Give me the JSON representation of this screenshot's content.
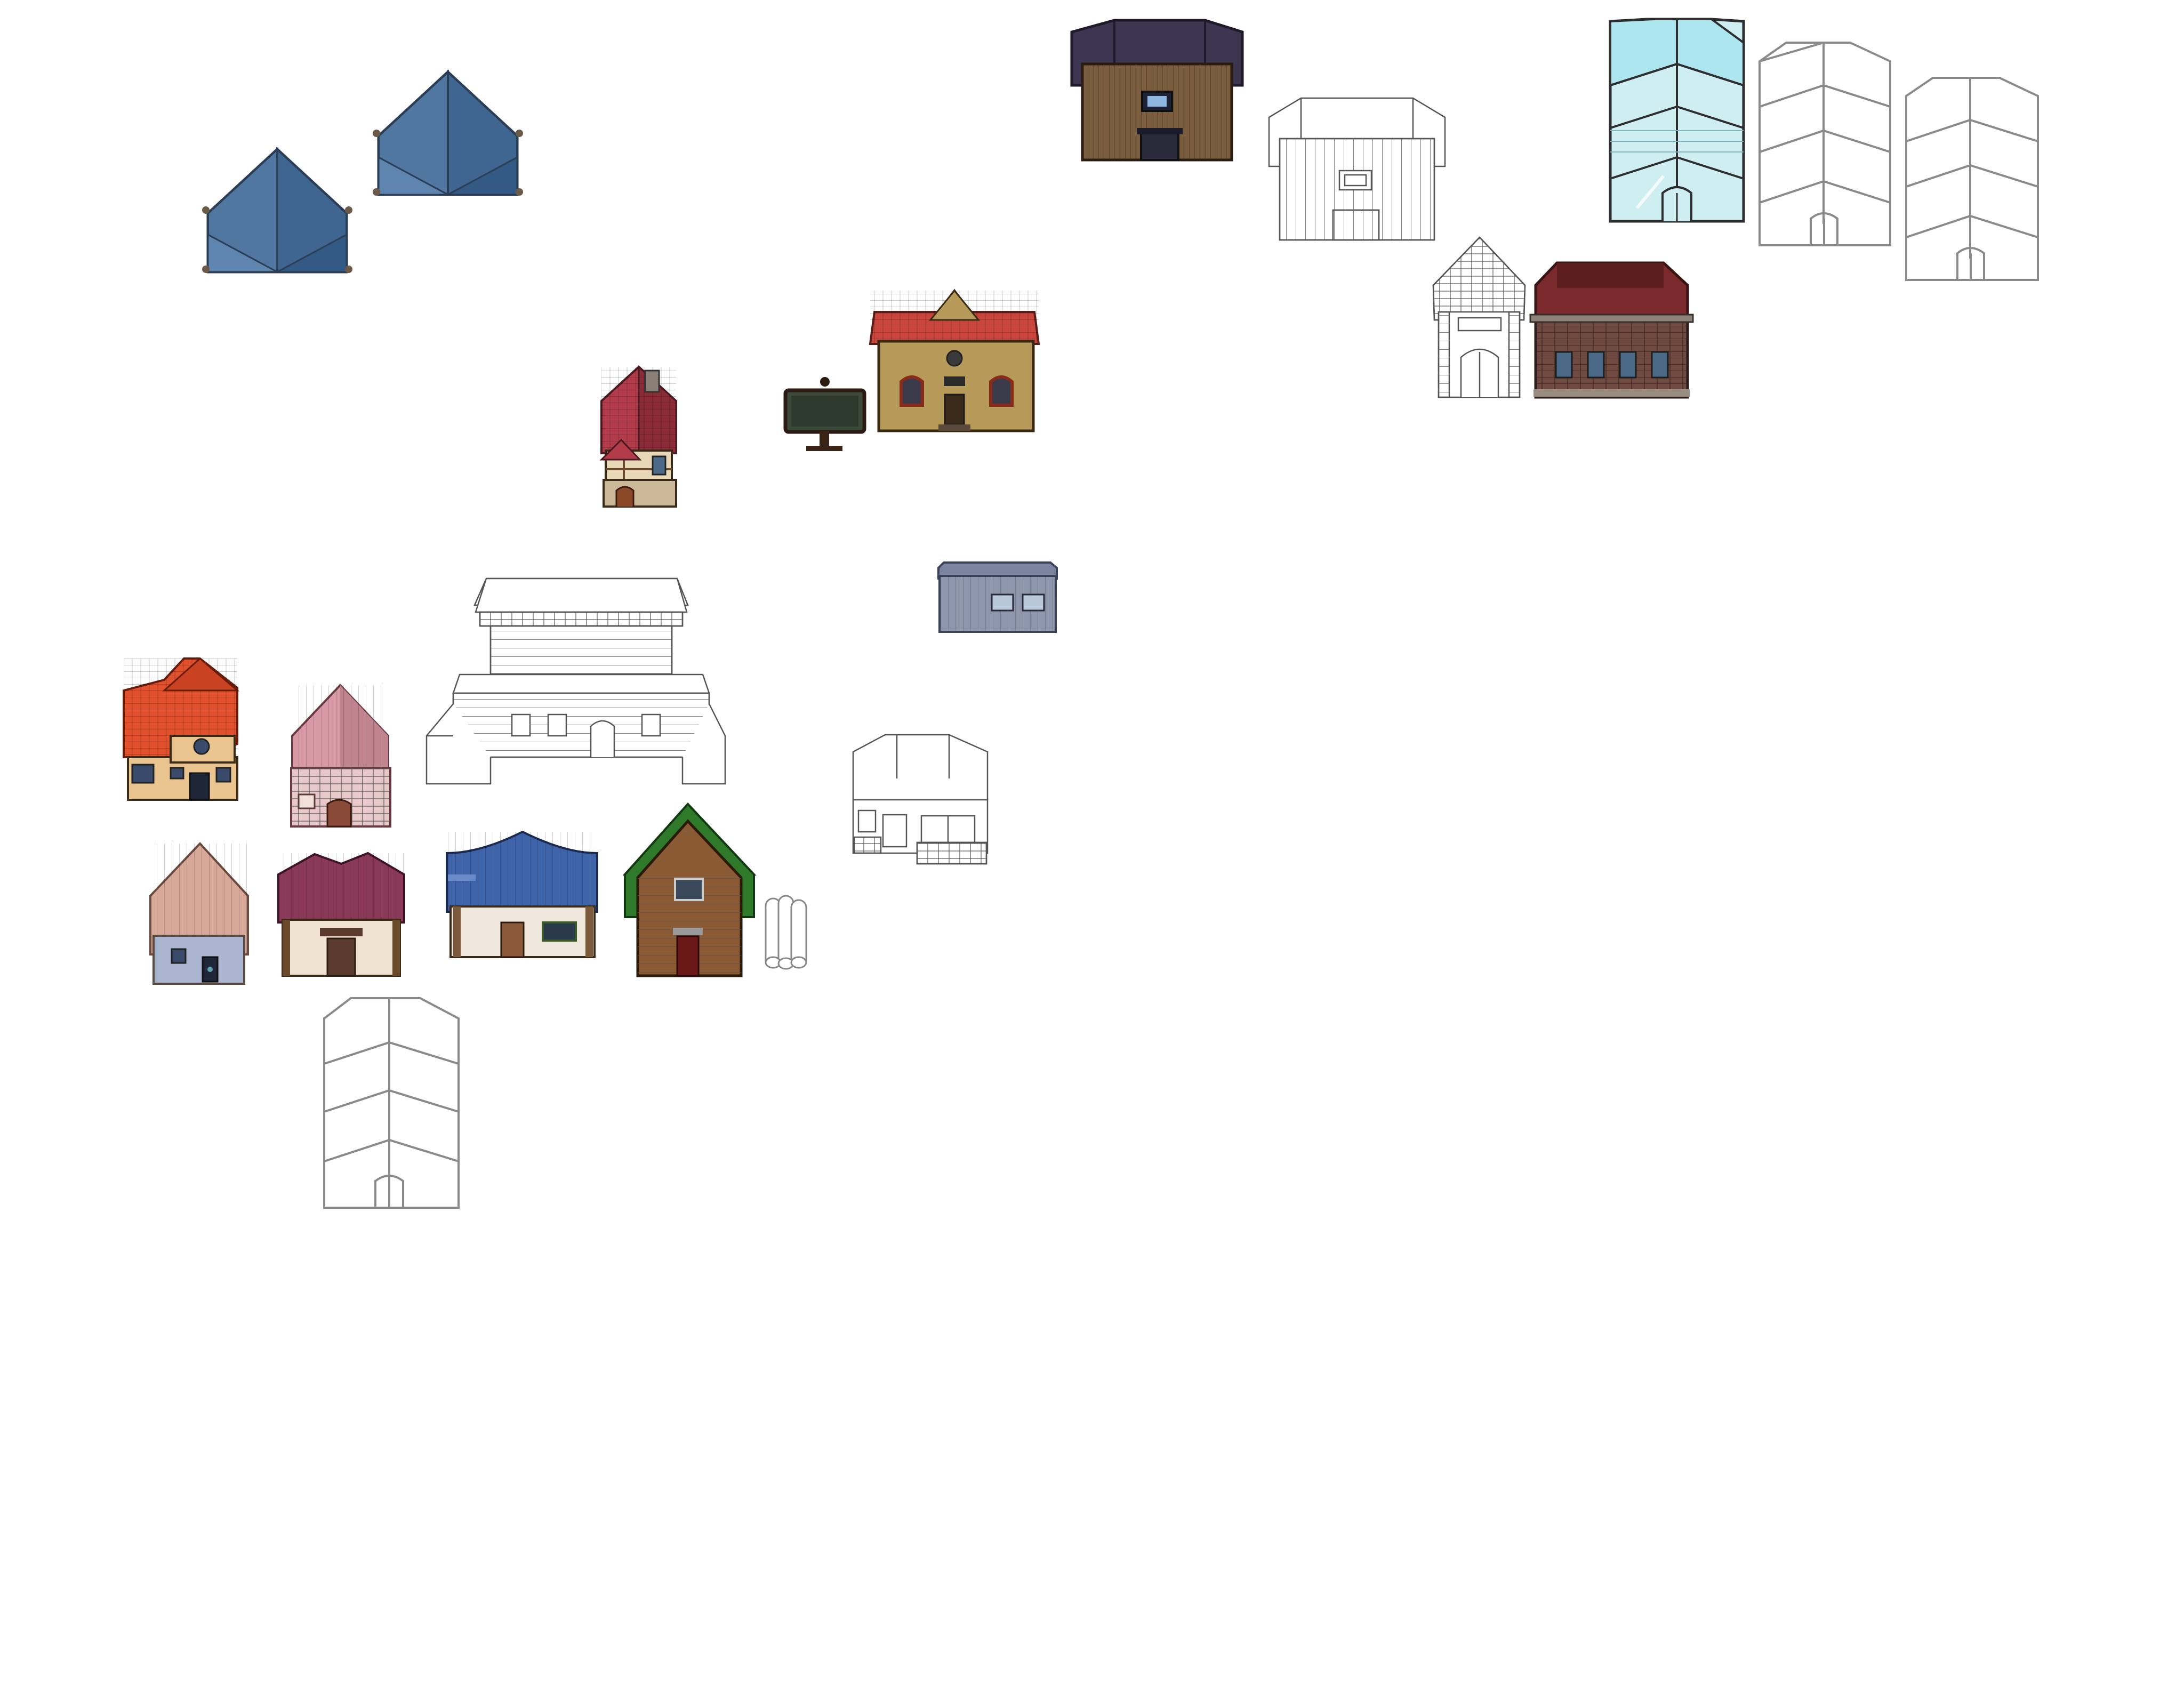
{
  "sheet": {
    "background": "#ffffff",
    "sprites": [
      {
        "name": "blue-tent-left",
        "kind": "tent",
        "color": "#5b7fa3"
      },
      {
        "name": "blue-tent-right",
        "kind": "tent",
        "color": "#5b7fa3"
      },
      {
        "name": "dark-wood-cabin",
        "kind": "building",
        "roof": "#3d3650",
        "wall": "#7a5c3e"
      },
      {
        "name": "outline-cabin",
        "kind": "outline-building"
      },
      {
        "name": "glass-tower",
        "kind": "building",
        "roof": "#aee6f0",
        "wall": "#cfeef2"
      },
      {
        "name": "outline-tower-a",
        "kind": "outline-building"
      },
      {
        "name": "outline-tower-b",
        "kind": "outline-building"
      },
      {
        "name": "outline-chapel",
        "kind": "outline-building"
      },
      {
        "name": "brick-townhouse",
        "kind": "building",
        "roof": "#7a2a2a",
        "wall": "#6e4a40"
      },
      {
        "name": "tall-narrow-house",
        "kind": "building",
        "roof": "#b23c4a",
        "wall": "#e8d8b8"
      },
      {
        "name": "signboard",
        "kind": "sign",
        "color": "#3b4a3a"
      },
      {
        "name": "yellow-manor",
        "kind": "building",
        "roof": "#c8463c",
        "wall": "#b59a5a"
      },
      {
        "name": "metal-shed",
        "kind": "building",
        "roof": "#8a93a8",
        "wall": "#8d96ab"
      },
      {
        "name": "outline-mansion",
        "kind": "outline-building"
      },
      {
        "name": "orange-roof-house",
        "kind": "building",
        "roof": "#e2512e",
        "wall": "#e9c48f"
      },
      {
        "name": "pink-stone-house",
        "kind": "building",
        "roof": "#d79aa4",
        "wall": "#e8c8c8"
      },
      {
        "name": "outline-shop",
        "kind": "outline-building"
      },
      {
        "name": "peach-roof-house",
        "kind": "building",
        "roof": "#d8a898",
        "wall": "#a8b4d0"
      },
      {
        "name": "plum-roof-house",
        "kind": "building",
        "roof": "#8a3a58",
        "wall": "#efe2d0"
      },
      {
        "name": "blue-roof-cottage",
        "kind": "building",
        "roof": "#3f63a8",
        "wall": "#f0e8dc"
      },
      {
        "name": "green-roof-cabin",
        "kind": "building",
        "roof": "#2f7a2a",
        "wall": "#8a5a34"
      },
      {
        "name": "outline-logs",
        "kind": "outline-prop"
      },
      {
        "name": "outline-tower-c",
        "kind": "outline-building"
      }
    ]
  }
}
